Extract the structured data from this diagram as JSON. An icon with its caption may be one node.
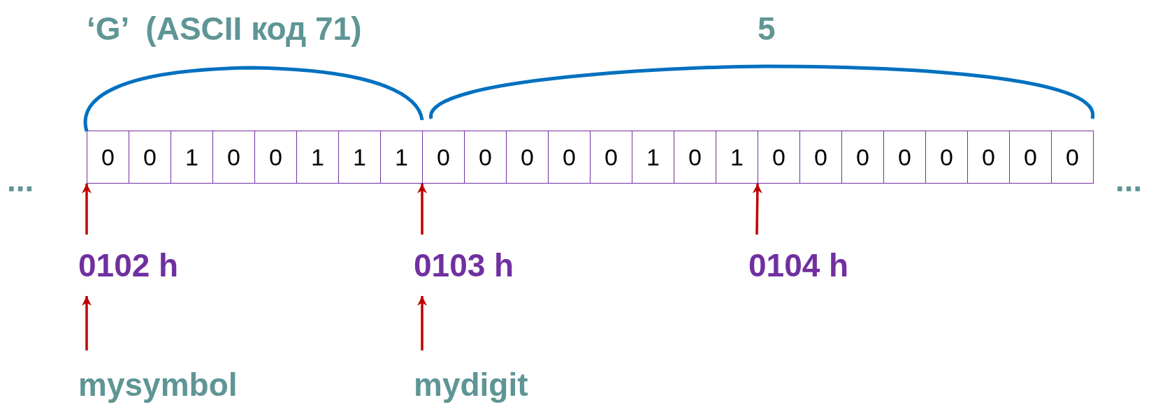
{
  "diagram": {
    "nodes": [
      {
        "text": [
          "0"
        ]
      },
      {
        "text": [
          "0"
        ]
      },
      {
        "text": [
          "1"
        ]
      },
      {
        "text": [
          "0"
        ]
      },
      {
        "text": [
          "0"
        ]
      },
      {
        "text": [
          "1"
        ]
      },
      {
        "text": [
          "1"
        ]
      },
      {
        "text": [
          "1"
        ]
      },
      {
        "text": [
          "0"
        ]
      },
      {
        "text": [
          "0"
        ]
      },
      {
        "text": [
          "0"
        ]
      },
      {
        "text": [
          "0"
        ]
      },
      {
        "text": [
          "0"
        ]
      },
      {
        "text": [
          "1"
        ]
      },
      {
        "text": [
          "0"
        ]
      },
      {
        "text": [
          "1"
        ]
      },
      {
        "text": [
          "0"
        ]
      },
      {
        "text": [
          "0"
        ]
      },
      {
        "text": [
          "0"
        ]
      },
      {
        "text": [
          "0"
        ]
      },
      {
        "text": [
          "0"
        ]
      },
      {
        "text": [
          "0"
        ]
      },
      {
        "text": [
          "0"
        ]
      },
      {
        "text": [
          "0"
        ]
      },
      {
        "text": [
          "0102 h"
        ]
      },
      {
        "text": [
          "0103 h"
        ]
      },
      {
        "text": [
          "0104 h"
        ]
      },
      {
        "text": [
          "mysymbol"
        ]
      },
      {
        "text": [
          "mydigit"
        ]
      }
    ],
    "edges": [
      {
        "from": 24,
        "to": 0,
        "arrow": "to"
      },
      {
        "from": 25,
        "to": 8,
        "arrow": "to"
      },
      {
        "from": 26,
        "to": 16,
        "arrow": "to"
      },
      {
        "from": 27,
        "to": 24,
        "arrow": "to"
      },
      {
        "from": 28,
        "to": 25,
        "arrow": "to"
      }
    ],
    "labels": [
      "‘G’  (ASCII код 71)",
      "5",
      "...",
      "..."
    ]
  }
}
